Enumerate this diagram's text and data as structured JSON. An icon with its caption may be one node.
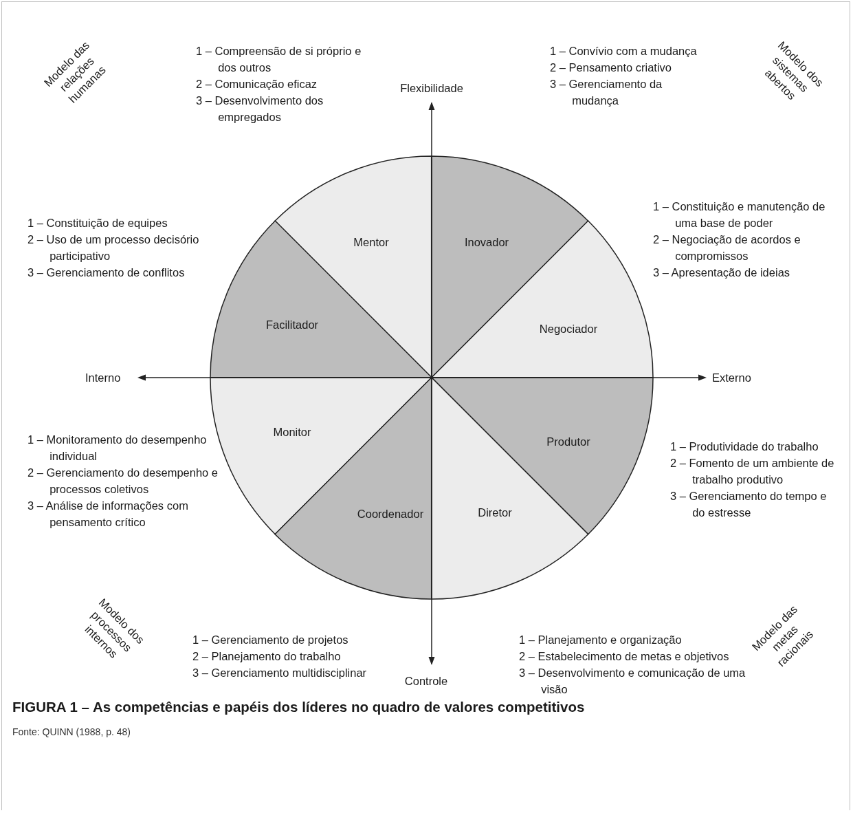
{
  "diagram": {
    "title": "FIGURA 1 – As competências e papéis dos líderes no quadro de valores competitivos",
    "caption": "Fonte: QUINN (1988, p. 48)",
    "nodes": [
      {
        "text": [
          "Mentor"
        ]
      },
      {
        "text": [
          "Inovador"
        ]
      },
      {
        "text": [
          "Facilitador"
        ]
      },
      {
        "text": [
          "Negociador"
        ]
      },
      {
        "text": [
          "Monitor"
        ]
      },
      {
        "text": [
          "Produtor"
        ]
      },
      {
        "text": [
          "Coordenador"
        ]
      },
      {
        "text": [
          "Diretor"
        ]
      }
    ],
    "labels": [
      "Modelo das relações humanas",
      "1 – Compreensão de si próprio e dos outros",
      "2 – Comunicação eficaz",
      "3 – Desenvolvimento dos empregados",
      "Flexibilidade",
      "1 – Convívio com a mudança",
      "2 – Pensamento criativo",
      "3 – Gerenciamento da mudança",
      "Modelo dos sistemas abertos",
      "1 – Constituição de equipes",
      "2 – Uso de um processo decisório participativo",
      "3 – Gerenciamento de conflitos",
      "1 – Constituição e manutenção de uma base de poder",
      "2 – Negociação de acordos e compromissos",
      "3 – Apresentação de ideias",
      "Interno",
      "Externo",
      "1 – Monitoramento do desempenho individual",
      "2 – Gerenciamento do desempenho e processos coletivos",
      "3 – Análise de informações com pensamento crítico",
      "1 – Produtividade do trabalho",
      "2 – Fomento de um ambiente de trabalho produtivo",
      "3 – Gerenciamento do tempo e do estresse",
      "Modelo dos processos internos",
      "1 – Gerenciamento de projetos",
      "2 – Planejamento do trabalho",
      "3 – Gerenciamento multidisciplinar",
      "Controle",
      "1 – Planejamento e organização",
      "2 – Estabelecimento de metas e objetivos",
      "3 – Desenvolvimento e comunicação de uma visão",
      "Modelo das metas racionais"
    ]
  }
}
